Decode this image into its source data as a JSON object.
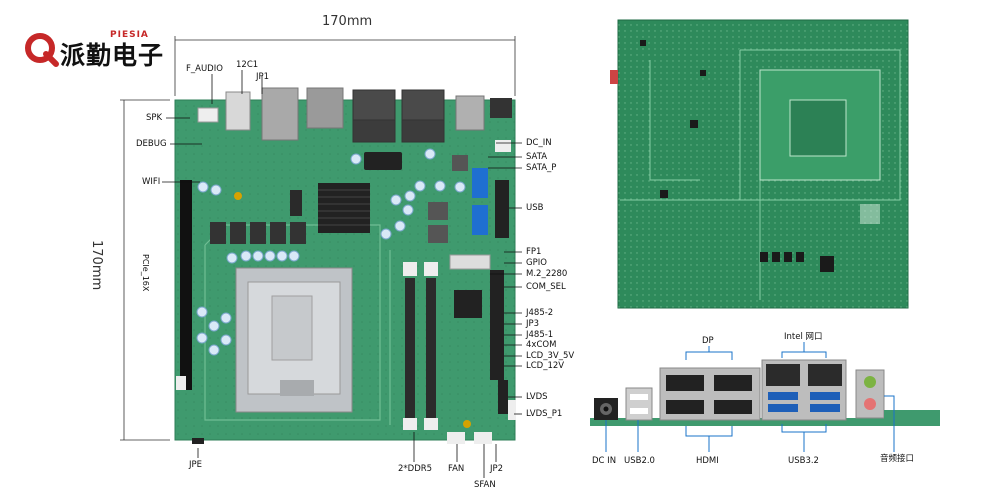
{
  "brand": {
    "name_en": "PIESIA",
    "name_cn": "派勤电子"
  },
  "dimensions": {
    "width": "170mm",
    "height": "170mm"
  },
  "colors": {
    "pcb": "#3f9a6e",
    "pcb_dark": "#2e7d57",
    "accent_red": "#c62828",
    "cable": "#1a73c9"
  },
  "board_labels_left": [
    "F_AUDIO",
    "12C1",
    "JP1",
    "SPK",
    "DEBUG",
    "WIFI",
    "PCIe_16X",
    "JPE"
  ],
  "board_labels_right": [
    "DC_IN",
    "SATA",
    "SATA_P",
    "USB",
    "FP1",
    "GPIO",
    "M.2_2280",
    "COM_SEL",
    "J485-2",
    "JP3",
    "J485-1",
    "4xCOM",
    "LCD_3V_5V",
    "LCD_12V",
    "LVDS",
    "LVDS_P1"
  ],
  "board_labels_bottom": [
    "2*DDR5",
    "FAN",
    "SFAN",
    "JP2"
  ],
  "io_labels": {
    "dp": "DP",
    "lan": "Intel 网口",
    "dcin": "DC IN",
    "usb2": "USB2.0",
    "hdmi": "HDMI",
    "usb3": "USB3.2",
    "audio": "音频接口"
  }
}
